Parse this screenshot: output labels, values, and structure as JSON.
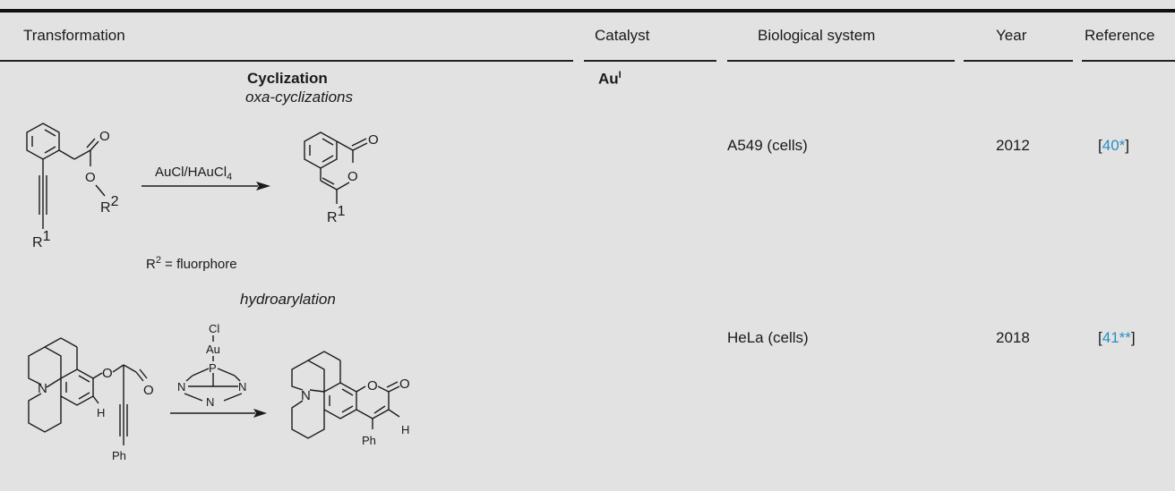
{
  "table": {
    "headers": {
      "transformation": "Transformation",
      "catalyst": "Catalyst",
      "biological_system": "Biological system",
      "year": "Year",
      "reference": "Reference"
    },
    "section": {
      "title": "Cyclization",
      "catalyst_main": "Au",
      "catalyst_sup": "I"
    },
    "rows": [
      {
        "subtitle": "oxa-cyclizations",
        "reagent_main": "AuCl/HAuCl",
        "reagent_sub": "4",
        "note_main": "R",
        "note_sup": "2",
        "note_rest": " = fluorphore",
        "r1": "R",
        "r1_sup": "1",
        "r2": "R",
        "r2_sup": "2",
        "o_label": "O",
        "biological_system": "A549 (cells)",
        "year": "2012",
        "ref_open": "[",
        "ref_link": "40*",
        "ref_close": "]"
      },
      {
        "subtitle": "hydroarylation",
        "cat_cl": "Cl",
        "cat_au": "Au",
        "cat_p": "P",
        "cat_n": "N",
        "n_label": "N",
        "o_label": "O",
        "h_label": "H",
        "ph_label": "Ph",
        "biological_system": "HeLa (cells)",
        "year": "2018",
        "ref_open": "[",
        "ref_link": "41**",
        "ref_close": "]"
      }
    ]
  }
}
